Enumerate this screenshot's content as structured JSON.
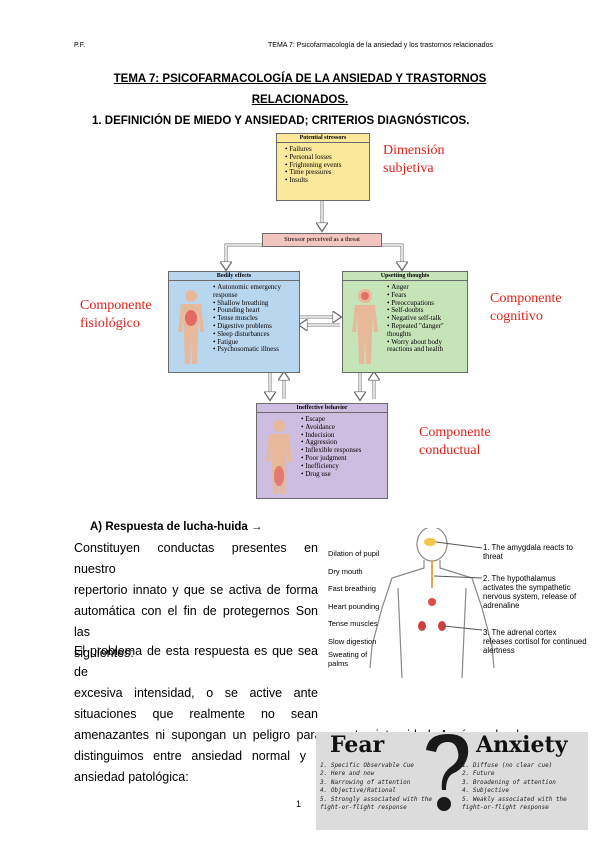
{
  "header": {
    "left": "P.F.",
    "right": "TEMA 7: Psicofarmacología de la ansiedad y los trastornos relacionados"
  },
  "title": {
    "line1": "TEMA 7: PSICOFARMACOLOGÍA DE LA ANSIEDAD Y TRASTORNOS",
    "line2": "RELACIONADOS."
  },
  "section1": "1.  DEFINICIÓN DE MIEDO Y ANSIEDAD; CRITERIOS DIAGNÓSTICOS.",
  "diagram": {
    "stressors": {
      "title": "Potential stressors",
      "items": [
        "Failures",
        "Personal losses",
        "Frightening events",
        "Time pressures",
        "Insults"
      ]
    },
    "perceived": "Stressor perceived as a threat",
    "bodily": {
      "title": "Bodily effects",
      "items": [
        "Autonomic emergency response",
        "Shallow breathing",
        "Pounding heart",
        "Tense muscles",
        "Digestive problems",
        "Sleep disturbances",
        "Fatigue",
        "Psychosomatic illness"
      ]
    },
    "thoughts": {
      "title": "Upsetting thoughts",
      "items": [
        "Anger",
        "Fears",
        "Preoccupations",
        "Self-doubts",
        "Negative self-talk",
        "Repeated \"danger\" thoughts",
        "Worry about body reactions and health"
      ]
    },
    "behavior": {
      "title": "Ineffective behavior",
      "items": [
        "Escape",
        "Avoidance",
        "Indecision",
        "Aggression",
        "Inflexible responses",
        "Poor judgment",
        "Inefficiency",
        "Drug use"
      ]
    },
    "labels": {
      "subjective": [
        "Dimensión",
        "subjetiva"
      ],
      "physio": [
        "Componente",
        "fisiológico"
      ],
      "cognitive": [
        "Componente",
        "cognitivo"
      ],
      "behavioral": [
        "Componente",
        "conductual"
      ]
    }
  },
  "sectionA": "A)  Respuesta de lucha-huida →",
  "paragraph1": [
    "Constituyen conductas presentes en nuestro",
    "repertorio innato y que se activa de forma",
    "automática con el fin de protegernos Son las",
    "siguientes:"
  ],
  "paragraph2": [
    "El problema de esta respuesta es que sea de",
    "excesiva     intensidad,     o     se     active     ante",
    "situaciones      que      realmente      no      sean",
    "amenazantes ni supongan un peligro para nuestra integridad. Aquí es donde",
    "distinguimos entre ansiedad normal y",
    "ansiedad patológica:"
  ],
  "body_figure": {
    "left": [
      "Dilation of pupil",
      "Dry mouth",
      "Fast breathing",
      "Heart pounding",
      "Tense muscles",
      "Slow digestion",
      "Sweating of palms"
    ],
    "right": [
      "1. The amygdala reacts to threat",
      "2. The hypothalamus activates the sympathetic nervous system, release of adrenaline",
      "3. The adrenal cortex releases cortisol for continued alertness"
    ]
  },
  "fear_anxiety": {
    "fear_title": "Fear",
    "anxiety_title": "Anxiety",
    "fear_items": [
      "1. Specific Observable Cue",
      "2. Here and now",
      "3. Narrowing of attention",
      "4. Objective/Rational",
      "5. Strongly associated with the fight-or-flight response"
    ],
    "anxiety_items": [
      "1. Diffuse (no clear cue)",
      "2. Future",
      "3. Broadening of attention",
      "4. Subjective",
      "5. Weakly associated with the fight-or-flight response"
    ]
  },
  "page_number": "1",
  "colors": {
    "red": "#e0201a",
    "stress_yellow": "#fbe89a",
    "bodily_blue": "#b9d6ef",
    "thoughts_green": "#c5e4b8",
    "behavior_purple": "#cdbde0",
    "perceived_pink": "#f2c5c0"
  }
}
